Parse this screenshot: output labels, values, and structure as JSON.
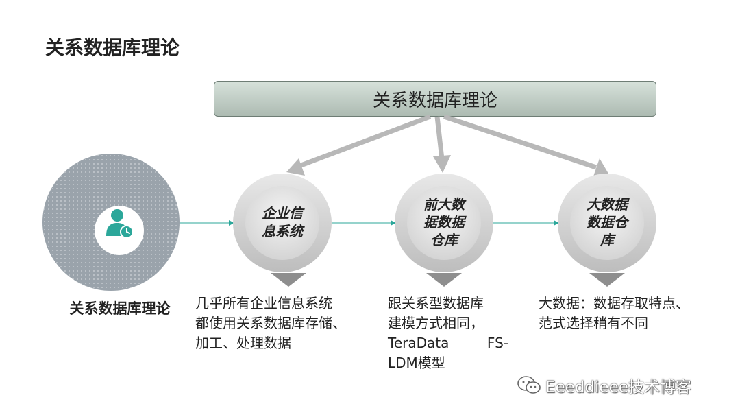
{
  "title": "关系数据库理论",
  "top_box": "关系数据库理论",
  "left": {
    "label": "关系数据库理论",
    "icon": "user-clock-icon"
  },
  "nodes": [
    {
      "lines": [
        "企业信",
        "息系统"
      ],
      "desc": [
        "几乎所有企业信息系统",
        "都使用关系数据库存储、",
        "加工、处理数据"
      ]
    },
    {
      "lines": [
        "前大数",
        "据数据",
        "仓库"
      ],
      "desc": [
        "跟关系型数据库",
        "建模方式相同，",
        "TeraData FS-",
        "LDM模型"
      ]
    },
    {
      "lines": [
        "大数据",
        "数据仓",
        "库"
      ],
      "desc": [
        "大数据：数据存取特点、",
        "范式选择稍有不同"
      ]
    }
  ],
  "watermark": "Eeeddieee技术博客",
  "colors": {
    "accent": "#2ba79a",
    "arrow": "#b8b8b8",
    "connector": "#2ba79a",
    "bar_border": "#6e7d75"
  }
}
